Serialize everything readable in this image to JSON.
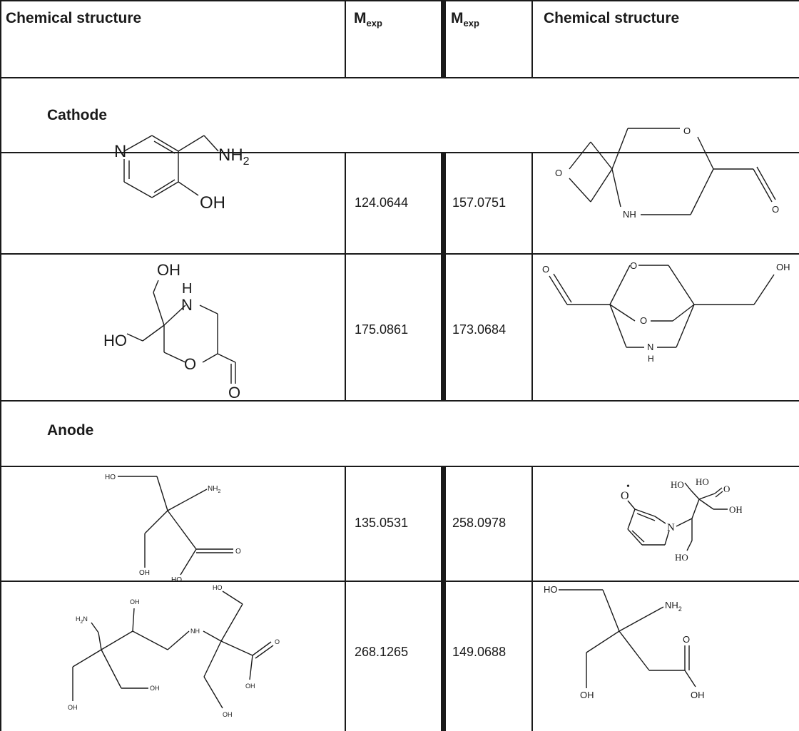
{
  "table": {
    "headers": {
      "col1": "Chemical structure",
      "col2_main": "M",
      "col2_sub": "exp",
      "col3_main": "M",
      "col3_sub": "exp",
      "col4": "Chemical structure"
    },
    "sections": [
      {
        "label": "Cathode",
        "rows": [
          {
            "m1": "124.0644",
            "m2": "157.0751"
          },
          {
            "m1": "175.0861",
            "m2": "173.0684"
          }
        ]
      },
      {
        "label": "Anode",
        "rows": [
          {
            "m1": "135.0531",
            "m2": "258.0978"
          },
          {
            "m1": "268.1265",
            "m2": "149.0688"
          }
        ]
      }
    ]
  },
  "atoms": {
    "N": "N",
    "NH": "NH",
    "NH2": "NH",
    "sub2": "2",
    "OH": "OH",
    "HO": "HO",
    "O": "O",
    "H": "H",
    "H2N": "H",
    "H2N_N": "N",
    "radical_dot": "•"
  },
  "colors": {
    "line": "#1a1a1a",
    "background": "#ffffff"
  }
}
